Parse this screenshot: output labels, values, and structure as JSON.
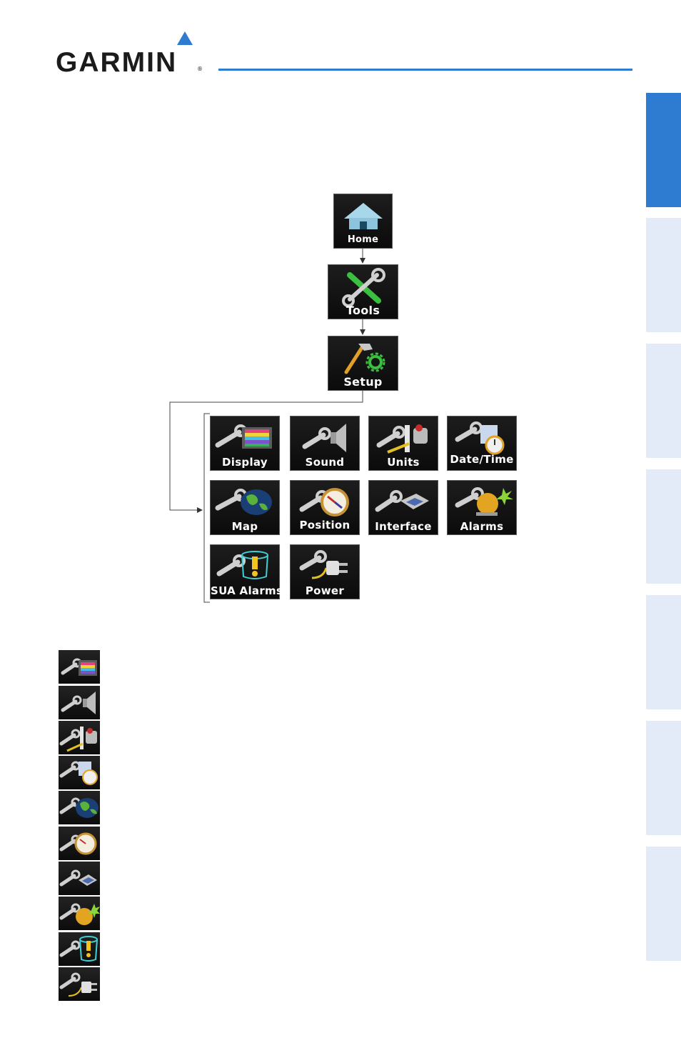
{
  "header": {
    "logo_text": "GARMIN",
    "logo_reg": "®",
    "accent_color": "#2e7bcf"
  },
  "side_tabs": {
    "active_color": "#2d7cd1",
    "inactive_color": "#e4ebf8",
    "count": 7
  },
  "diagram": {
    "home": {
      "label": "Home",
      "icon": "home-icon"
    },
    "tools": {
      "label": "Tools",
      "icon": "tools-icon"
    },
    "setup": {
      "label": "Setup",
      "icon": "setup-icon"
    },
    "items": [
      {
        "label": "Display",
        "icon": "display-icon"
      },
      {
        "label": "Sound",
        "icon": "sound-icon"
      },
      {
        "label": "Units",
        "icon": "units-icon"
      },
      {
        "label": "Date/Time",
        "icon": "date-time-icon"
      },
      {
        "label": "Map",
        "icon": "map-icon"
      },
      {
        "label": "Position",
        "icon": "position-icon"
      },
      {
        "label": "Interface",
        "icon": "interface-icon"
      },
      {
        "label": "Alarms",
        "icon": "alarms-icon"
      },
      {
        "label": "SUA Alarms",
        "icon": "sua-alarms-icon"
      },
      {
        "label": "Power",
        "icon": "power-icon"
      }
    ]
  },
  "icon_legend": [
    "display-icon",
    "sound-icon",
    "units-icon",
    "date-time-icon",
    "map-icon",
    "position-icon",
    "interface-icon",
    "alarms-icon",
    "sua-alarms-icon",
    "power-icon"
  ]
}
